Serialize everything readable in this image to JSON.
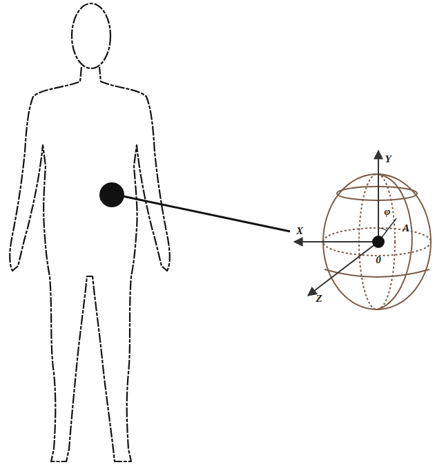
{
  "diagram": {
    "labels": [
      "Y",
      "φ",
      "A",
      "X",
      "0",
      "Z"
    ]
  }
}
